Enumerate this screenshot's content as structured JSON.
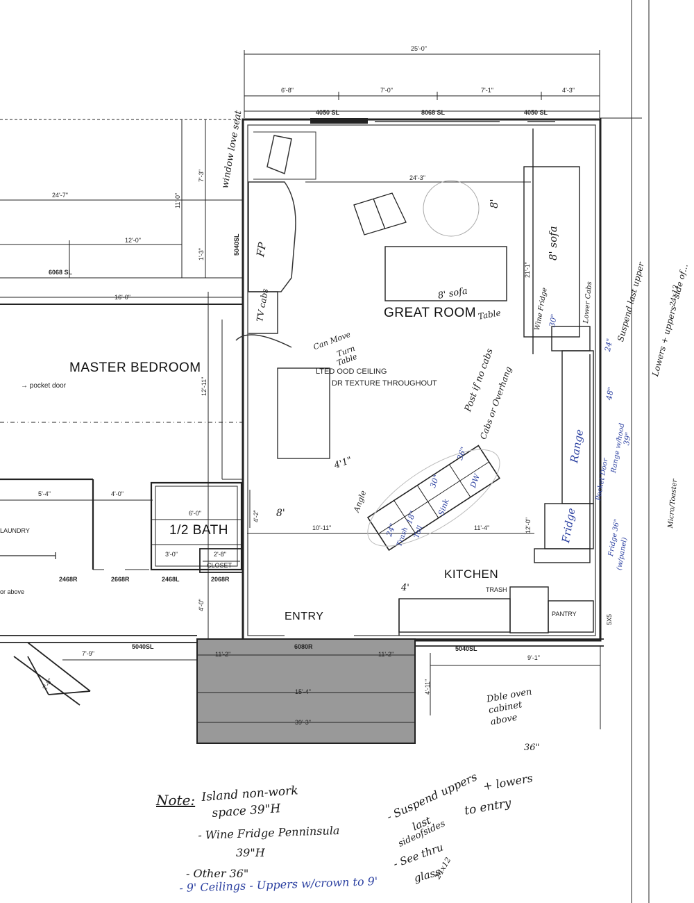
{
  "rooms": {
    "great_room": "GREAT ROOM",
    "master_bedroom": "MASTER BEDROOM",
    "half_bath": "1/2 BATH",
    "laundry": "LAUNDRY",
    "kitchen": "KITCHEN",
    "entry": "ENTRY",
    "closet": "CLOSET",
    "pantry": "PANTRY",
    "trash": "TRASH"
  },
  "dimensions": {
    "overall_width": "25'-0\"",
    "seg_1": "6'-8\"",
    "seg_2": "7'-0\"",
    "seg_3": "7'-1\"",
    "seg_4": "4'-3\"",
    "great_room_width": "24'-3\"",
    "bed_24_7": "24'-7\"",
    "bed_11_0": "11'-0\"",
    "bed_7_3": "7'-3\"",
    "bed_12_0": "12'-0\"",
    "bed_1_3": "1'-3\"",
    "bed_16_0": "16'-0\"",
    "bed_12_11": "12'-11\"",
    "gr_21_1": "21'-1\"",
    "laundry_5_4": "5'-4\"",
    "laundry_4_0": "4'-0\"",
    "bath_6_0": "6'-0\"",
    "bath_4_2": "4'-2\"",
    "bath_3_0": "3'-0\"",
    "closet_2_8": "2'-8\"",
    "entry_10_11": "10'-11\"",
    "kitchen_11_4": "11'-4\"",
    "kitchen_12_0": "12'-0\"",
    "entry_4_0": "4'-0\"",
    "porch_7_9": "7'-9\"",
    "porch_11_2_left": "11'-2\"",
    "porch_11_2_right": "11'-2\"",
    "porch_15_4": "15'-4\"",
    "porch_39_3": "39'-3\"",
    "porch_4_11": "4'-11\"",
    "porch_9_1": "9'-1\"",
    "porch_2_9": "2'-9\"",
    "pantry_5x5": "5X5"
  },
  "windows_doors": {
    "w_4050_left": "4050 SL",
    "w_8068": "8068 SL",
    "w_4050_right": "4050 SL",
    "w_5040_fp": "5040SL",
    "d_6068": "6068 SL",
    "d_2468r": "2468R",
    "d_2668r": "2668R",
    "d_2468l": "2468L",
    "d_2068r": "2068R",
    "w_5040_porch": "5040SL",
    "d_6080r": "6080R",
    "w_5040_kitchen": "5040SL"
  },
  "printed_notes": {
    "pocket_door": "pocket door",
    "above": "or above",
    "ceiling_1": "LTED  OOD CEILING",
    "ceiling_2": "DR       TEXTURE THROUGHOUT"
  },
  "handwritten": {
    "window_love_seat": "window love seat",
    "fp": "FP",
    "tv_cabs": "TV cabs",
    "sofa_center": "8' sofa",
    "sofa_right": "8' sofa",
    "sofa_8": "8'",
    "table": "Table",
    "can_move": "Can Move",
    "turn_table": "Turn",
    "table2": "Table",
    "post_if_no_cabs": "Post if no cabs",
    "cabs_or_overhang": "Cabs or Overhang",
    "four_one": "4'1\"",
    "eight": "8'",
    "angle": "Angle",
    "cab_24": "24\"",
    "cab_18": "18\"",
    "cab_30": "30\"",
    "cab_36": "36\"",
    "cab_tall": "Tall",
    "cab_sink": "Sink",
    "cab_dw": "DW",
    "cab_trash": "Trash",
    "wine_fridge": "Wine Fridge",
    "cab_30b": "30\"",
    "lower_cabs": "Lower Cabs",
    "cab_24b": "24\"",
    "cab_48": "48\"",
    "cab_39": "39\"",
    "range": "Range",
    "fridge": "Fridge",
    "fridge_36": "Fridge 36\"",
    "w_panel": "(w/panel)",
    "pocket_door_range": "Pocket Door",
    "range_w_hood": "Range w/hood",
    "micro_toaster": "Micro/Toaster",
    "suspend_last_upper": "Suspend last upper",
    "lowers_uppers_side": "Lowers + uppers - side of...",
    "size_24x12": "24x12",
    "dble_oven": "Dble oven cabinet above",
    "dble_36": "36\"",
    "four_ft": "4'",
    "note_title": "Note:",
    "note_1a": "Island non-work",
    "note_1b": "space 39\"H",
    "note_2a": "- Wine Fridge Penninsula",
    "note_2b": "39\"H",
    "note_3": "- Other 36\"",
    "note_4": "- 9' Ceilings - Uppers w/crown to 9'",
    "suspend_1": "- Suspend uppers",
    "suspend_2": "last",
    "suspend_3": "sideofsides",
    "suspend_4": "- See thru",
    "suspend_5": "glass",
    "suspend_6": "24x12",
    "lowers_entry_1": "+ lowers",
    "lowers_entry_2": "to entry"
  }
}
